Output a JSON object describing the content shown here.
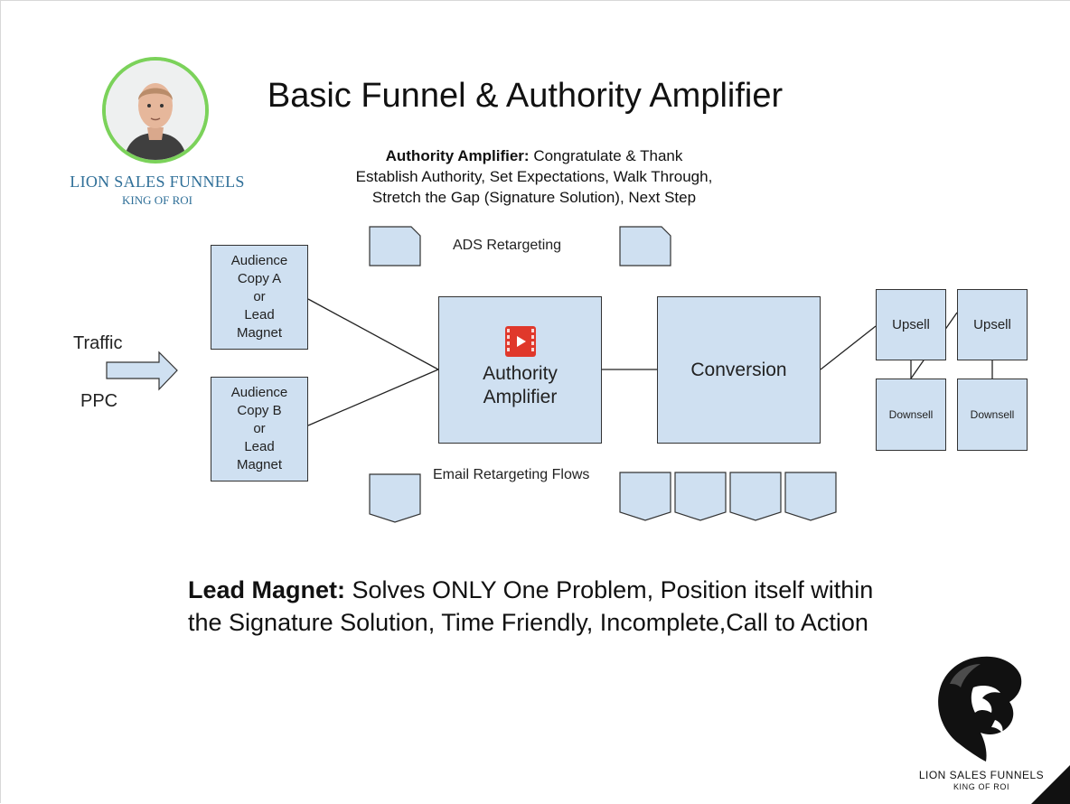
{
  "slide": {
    "title": "Basic Funnel & Authority Amplifier",
    "brand_left": {
      "line1": "LION SALES FUNNELS",
      "line2": "KING OF ROI"
    },
    "authority_amplifier_note": {
      "label": "Authority Amplifier:",
      "line1_rest": " Congratulate & Thank",
      "line2": "Establish Authority, Set Expectations, Walk Through,",
      "line3": "Stretch the Gap (Signature Solution), Next Step"
    },
    "traffic": {
      "label_top": "Traffic",
      "label_bottom": "PPC"
    },
    "audience_a": [
      "Audience",
      "Copy A",
      "or",
      "Lead",
      "Magnet"
    ],
    "audience_b": [
      "Audience",
      "Copy B",
      "or",
      "Lead",
      "Magnet"
    ],
    "ads_label": "ADS Retargeting",
    "email_label": "Email Retargeting Flows",
    "authority_box": {
      "line1": "Authority",
      "line2": "Amplifier",
      "icon": "video-play-icon"
    },
    "conversion_label": "Conversion",
    "upsell_1": "Upsell",
    "upsell_2": "Upsell",
    "downsell_1": "Downsell",
    "downsell_2": "Downsell",
    "lead_magnet": {
      "label": "Lead Magnet:",
      "line1_rest": " Solves ONLY One Problem, Position itself within",
      "line2": "the Signature Solution, Time Friendly, Incomplete,Call to Action"
    },
    "brand_right": {
      "line1": "LION SALES FUNNELS",
      "line2": "KING OF ROI",
      "logo": "lion-head-logo"
    }
  },
  "colors": {
    "box_fill": "#cfe0f1",
    "box_border": "#333333",
    "avatar_ring": "#7bd25a",
    "brand_left_text": "#2f6f98",
    "video_icon": "#e0382b"
  }
}
